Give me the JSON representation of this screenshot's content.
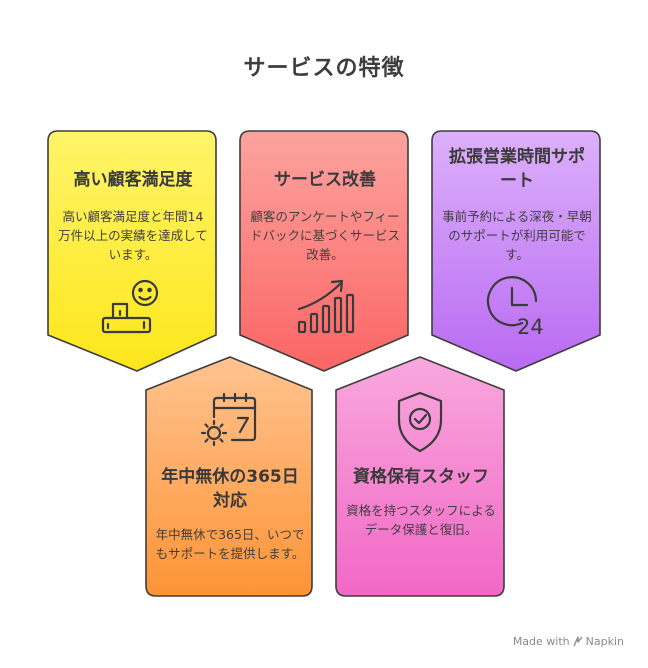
{
  "title": "サービスの特徴",
  "cards": [
    {
      "title": "高い顧客満足度",
      "desc": "高い顧客満足度と年間14万件以上の実績を達成しています。",
      "color": "#fde23a",
      "icon": "happy-customer-icon"
    },
    {
      "title": "サービス改善",
      "desc": "顧客のアンケートやフィードバックに基づくサービス改善。",
      "color": "#fc8080",
      "icon": "growth-chart-icon"
    },
    {
      "title": "拡張営業時間サポート",
      "desc": "事前予約による深夜・早朝のサポートが利用可能です。",
      "color": "#c480f5",
      "icon": "clock-24-icon"
    },
    {
      "title": "年中無休の365日対応",
      "desc": "年中無休で365日、いつでもサポートを提供します。",
      "color": "#fda85a",
      "icon": "calendar-gear-icon"
    },
    {
      "title": "資格保有スタッフ",
      "desc": "資格を持つスタッフによるデータ保護と復旧。",
      "color": "#f580cf",
      "icon": "shield-check-icon"
    }
  ],
  "watermark": {
    "text": "Made with",
    "brand": "Napkin"
  }
}
